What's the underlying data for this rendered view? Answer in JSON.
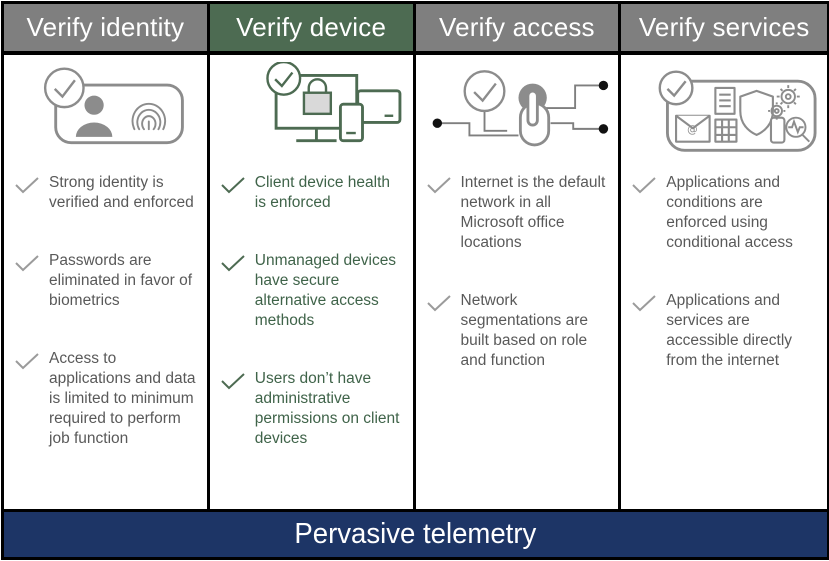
{
  "footer": {
    "label": "Pervasive telemetry",
    "bg": "#1d3566",
    "text_color": "#ffffff"
  },
  "colors": {
    "gray_header": "#7f7f7f",
    "green_header": "#4d6b52",
    "border": "#000000",
    "gray_text": "#595959",
    "green_text": "#3f6349"
  },
  "columns": [
    {
      "id": "verify-identity",
      "header": {
        "label": "Verify identity",
        "bg": "#7f7f7f",
        "text_color": "#ffffff"
      },
      "icon": "identity-badge-fingerprint-icon",
      "text_color": "#595959",
      "check_color": "#9b9b9b",
      "items": [
        "Strong identity is verified and enforced",
        "Passwords are eliminated in favor of biometrics",
        "Access to applications and data is limited to minimum required to perform job function"
      ]
    },
    {
      "id": "verify-device",
      "header": {
        "label": "Verify device",
        "bg": "#4d6b52",
        "text_color": "#ffffff"
      },
      "icon": "device-health-lock-icon",
      "text_color": "#3f6349",
      "check_color": "#4d6b52",
      "items": [
        "Client device health is enforced",
        "Unmanaged devices have secure alternative access methods",
        "Users don’t have administrative permissions on client devices"
      ]
    },
    {
      "id": "verify-access",
      "header": {
        "label": "Verify access",
        "bg": "#7f7f7f",
        "text_color": "#ffffff"
      },
      "icon": "touch-network-icon",
      "text_color": "#595959",
      "check_color": "#9b9b9b",
      "items": [
        "Internet is the default network in all Microsoft office locations",
        "Network segmentations are built based on role and function"
      ]
    },
    {
      "id": "verify-services",
      "header": {
        "label": "Verify services",
        "bg": "#7f7f7f",
        "text_color": "#ffffff"
      },
      "icon": "services-collection-icon",
      "text_color": "#595959",
      "check_color": "#9b9b9b",
      "items": [
        "Applications and conditions are enforced using conditional access",
        "Applications and services are accessible directly from the internet"
      ]
    }
  ]
}
